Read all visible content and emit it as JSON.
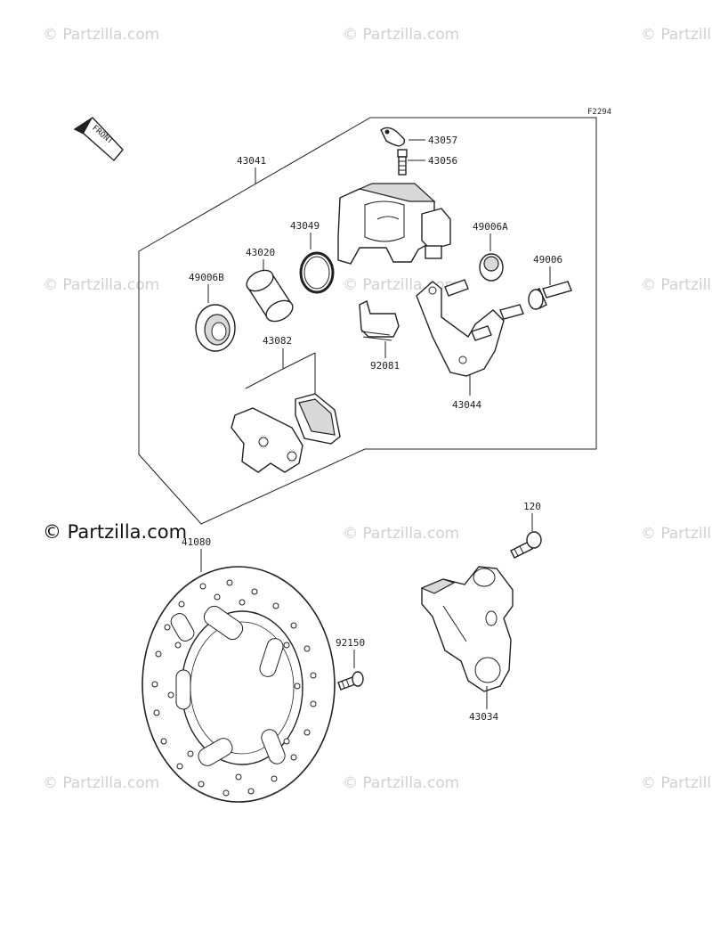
{
  "diagram_ref": "F2294",
  "front_label": "FRONT",
  "watermark_text": "© Partzilla.com",
  "parts": [
    {
      "id": "p-43057",
      "label": "43057"
    },
    {
      "id": "p-43056",
      "label": "43056"
    },
    {
      "id": "p-43041",
      "label": "43041"
    },
    {
      "id": "p-43049",
      "label": "43049"
    },
    {
      "id": "p-43020",
      "label": "43020"
    },
    {
      "id": "p-49006a",
      "label": "49006A"
    },
    {
      "id": "p-49006",
      "label": "49006"
    },
    {
      "id": "p-49006b",
      "label": "49006B"
    },
    {
      "id": "p-43082",
      "label": "43082"
    },
    {
      "id": "p-92081",
      "label": "92081"
    },
    {
      "id": "p-43044",
      "label": "43044"
    },
    {
      "id": "p-120",
      "label": "120"
    },
    {
      "id": "p-41080",
      "label": "41080"
    },
    {
      "id": "p-92150",
      "label": "92150"
    },
    {
      "id": "p-43034",
      "label": "43034"
    }
  ],
  "colors": {
    "line": "#222222",
    "watermark": "#d0d0d0",
    "background": "#ffffff"
  }
}
